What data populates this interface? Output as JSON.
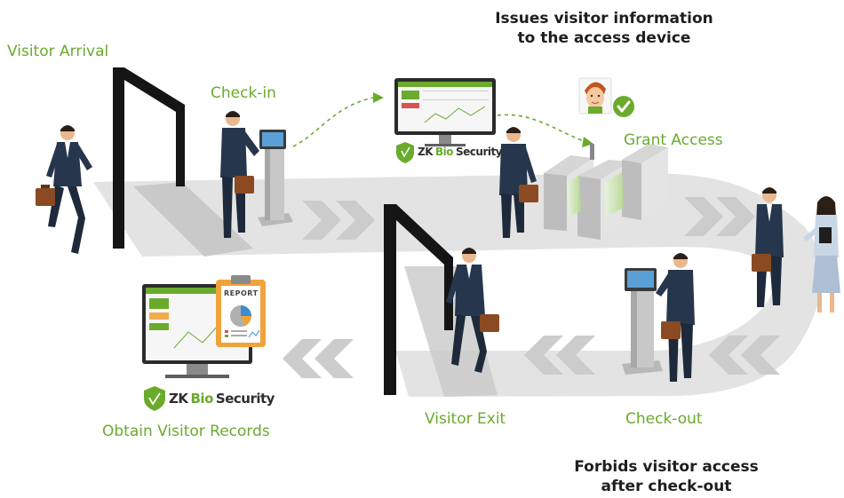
{
  "steps": {
    "visitor_arrival": "Visitor Arrival",
    "check_in": "Check-in",
    "grant_access": "Grant Access",
    "visitor_exit": "Visitor Exit",
    "check_out": "Check-out",
    "obtain_records": "Obtain Visitor Records"
  },
  "notes": {
    "issue_line1": "Issues visitor information",
    "issue_line2": "to the access device",
    "forbid_line1": "Forbids visitor access",
    "forbid_line2": "after check-out"
  },
  "logo": {
    "zk": "ZK",
    "bio": "Bio",
    "security": "Security"
  },
  "report_label": "REPORT",
  "colors": {
    "accent_green": "#6aab2d",
    "heading": "#1e1e1e",
    "path_gray": "#e2e2e2",
    "arrow_gray": "#cccccc",
    "suit": "#26364d"
  },
  "icons": [
    "checkmark-icon",
    "shield-icon",
    "visitor-face-icon"
  ]
}
